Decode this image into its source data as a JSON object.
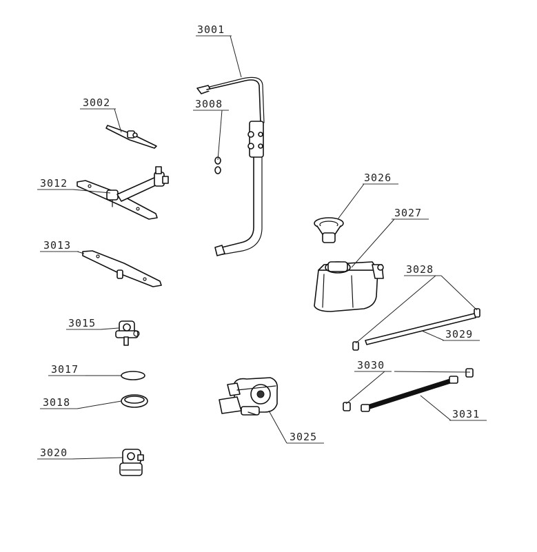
{
  "parts": [
    {
      "id": "p3001",
      "label": "3001"
    },
    {
      "id": "p3002",
      "label": "3002"
    },
    {
      "id": "p3008",
      "label": "3008"
    },
    {
      "id": "p3012",
      "label": "3012"
    },
    {
      "id": "p3013",
      "label": "3013"
    },
    {
      "id": "p3015",
      "label": "3015"
    },
    {
      "id": "p3017",
      "label": "3017"
    },
    {
      "id": "p3018",
      "label": "3018"
    },
    {
      "id": "p3020",
      "label": "3020"
    },
    {
      "id": "p3025",
      "label": "3025"
    },
    {
      "id": "p3026",
      "label": "3026"
    },
    {
      "id": "p3027",
      "label": "3027"
    },
    {
      "id": "p3028",
      "label": "3028"
    },
    {
      "id": "p3029",
      "label": "3029"
    },
    {
      "id": "p3030",
      "label": "3030"
    },
    {
      "id": "p3031",
      "label": "3031"
    }
  ]
}
